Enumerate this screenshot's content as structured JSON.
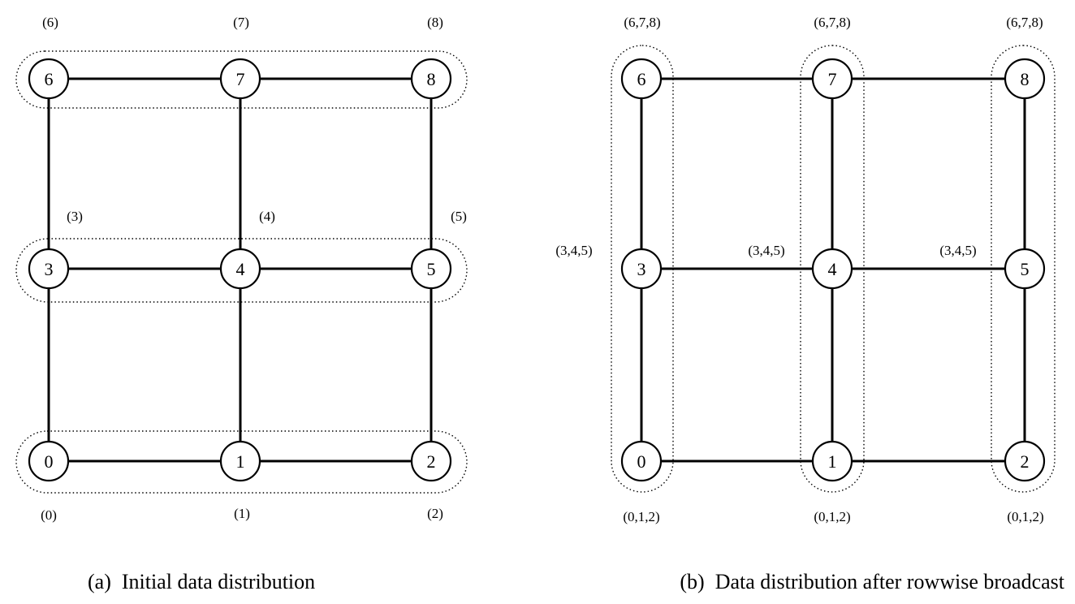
{
  "panel_a": {
    "caption": "(a)  Initial data distribution",
    "nodes": [
      "0",
      "1",
      "2",
      "3",
      "4",
      "5",
      "6",
      "7",
      "8"
    ],
    "data_labels": [
      "(0)",
      "(1)",
      "(2)",
      "(3)",
      "(4)",
      "(5)",
      "(6)",
      "(7)",
      "(8)"
    ]
  },
  "panel_b": {
    "caption": "(b)  Data distribution after rowwise broadcast",
    "nodes": [
      "0",
      "1",
      "2",
      "3",
      "4",
      "5",
      "6",
      "7",
      "8"
    ],
    "data_labels": [
      "(0,1,2)",
      "(0,1,2)",
      "(0,1,2)",
      "(3,4,5)",
      "(3,4,5)",
      "(3,4,5)",
      "(6,7,8)",
      "(6,7,8)",
      "(6,7,8)"
    ]
  }
}
